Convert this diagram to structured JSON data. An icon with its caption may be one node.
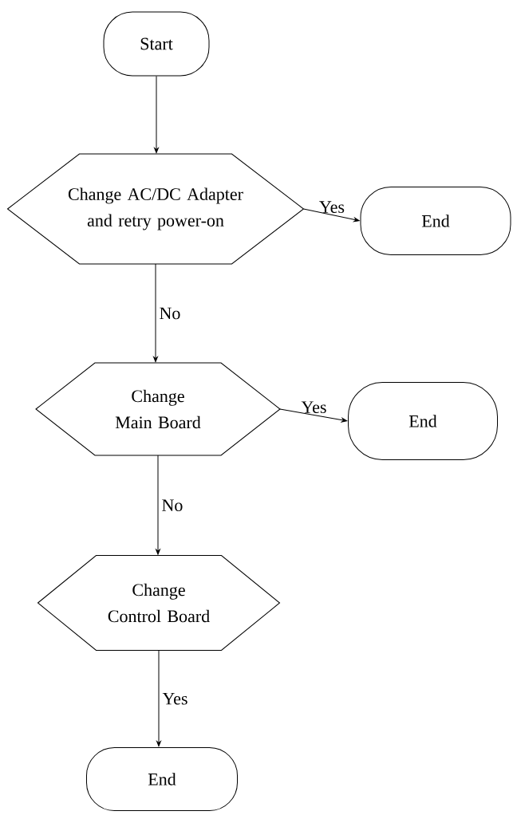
{
  "diagram": {
    "nodes": [
      {
        "text": [
          "Start"
        ]
      },
      {
        "text": [
          "Change AC/DC Adapter and retry power-on"
        ]
      },
      {
        "text": [
          "End"
        ]
      },
      {
        "text": [
          "Change Main Board"
        ]
      },
      {
        "text": [
          "End"
        ]
      },
      {
        "text": [
          "Change Control Board"
        ]
      },
      {
        "text": [
          "End"
        ]
      }
    ],
    "edges": [
      {
        "from": 0,
        "to": 1,
        "arrow": "to"
      },
      {
        "from": 1,
        "to": 2,
        "arrow": "to",
        "label": "Yes"
      },
      {
        "from": 1,
        "to": 3,
        "arrow": "to",
        "label": "No"
      },
      {
        "from": 3,
        "to": 4,
        "arrow": "to",
        "label": "Yes"
      },
      {
        "from": 3,
        "to": 5,
        "arrow": "to",
        "label": "No"
      },
      {
        "from": 5,
        "to": 6,
        "arrow": "to",
        "label": "Yes"
      }
    ]
  }
}
